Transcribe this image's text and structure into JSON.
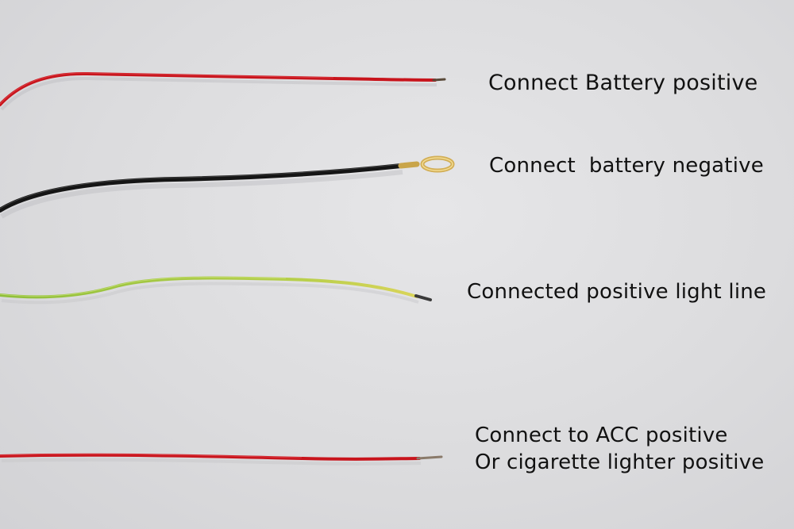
{
  "photo": {
    "background_color": "#dcdcde",
    "wires": [
      {
        "id": "battery-positive",
        "color": "#c8141c",
        "label": "Connect Battery positive"
      },
      {
        "id": "battery-negative",
        "color": "#151515",
        "label": "Connect  battery negative"
      },
      {
        "id": "light-line",
        "color": "#9cc23a",
        "label": "Connected positive light line"
      },
      {
        "id": "acc-positive",
        "color": "#c8141c",
        "label_line1": "Connect to ACC positive",
        "label_line2": "Or cigarette lighter positive"
      }
    ]
  }
}
